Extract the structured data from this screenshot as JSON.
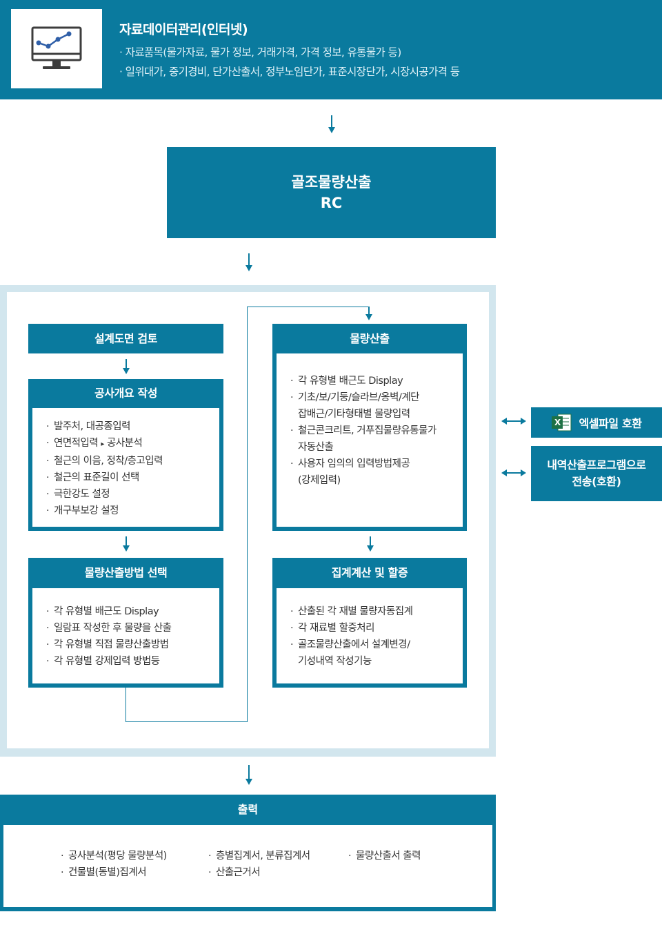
{
  "header": {
    "title": "자료데이터관리(인터넷)",
    "line1": "· 자료품목(물가자료, 물가 정보, 거래가격, 가격 정보, 유통물가 등)",
    "line2": "· 일위대가, 중기경비, 단가산출서, 정부노임단가, 표준시장단가, 시장시공가격 등",
    "icon": "monitor-chart-icon"
  },
  "rc": {
    "line1": "골조물량산출",
    "line2": "RC"
  },
  "left_column": {
    "design_review": {
      "title": "설계도면 검토"
    },
    "overview": {
      "title": "공사개요 작성",
      "items": [
        "발주처, 대공종입력",
        "연면적입력",
        "공사분석",
        "철근의 이음, 정착/층고입력",
        "철근의 표준길이 선택",
        "극한강도 설정",
        "개구부보강 설정"
      ],
      "arrow_glyph": "▸"
    },
    "method": {
      "title": "물량산출방법 선택",
      "items": [
        "각 유형별 배근도 Display",
        "일람표 작성한 후 물량을 산출",
        "각 유형별 직접 물량산출방법",
        "각 유형별 강제입력 방법등"
      ]
    }
  },
  "right_column": {
    "quantity": {
      "title": "물량산출",
      "items": [
        "각 유형별 배근도 Display",
        "기초/보/기둥/슬라브/옹벽/계단",
        "잡배근/기타형태별 물량입력",
        "철근콘크리트, 거푸집물량유통물가",
        "자동산출",
        "사용자 임의의 입력방법제공",
        "(강제입력)"
      ]
    },
    "aggregate": {
      "title": "집계계산 및 할증",
      "items": [
        "산출된 각 재별 물량자동집계",
        "각 재료별 할증처리",
        "골조물량산출에서 설계변경/",
        "기성내역 작성기능"
      ]
    }
  },
  "side": {
    "excel_label": "엑셀파일 호환",
    "excel_icon_letter": "X",
    "transfer_line1": "내역산출프로그램으로",
    "transfer_line2": "전송(호환)"
  },
  "output": {
    "title": "출력",
    "items": [
      "공사분석(평당 물량분석)",
      "건물별(동별)집계서",
      "층별집계서, 분류집계서",
      "산출근거서",
      "물량산출서 출력"
    ]
  },
  "colors": {
    "primary": "#0a7a9e",
    "frame": "#d2e6ee"
  }
}
